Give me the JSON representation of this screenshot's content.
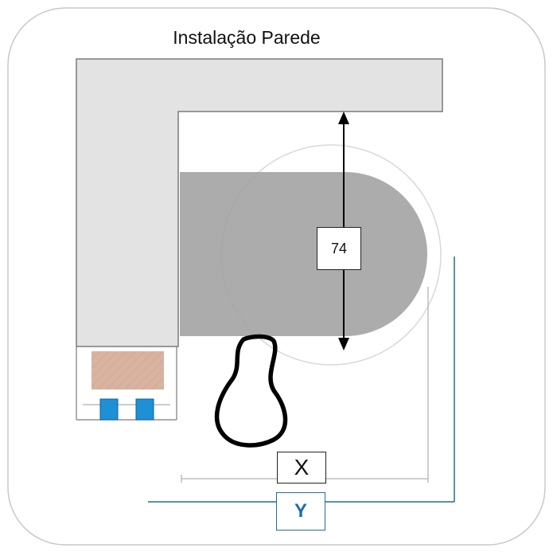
{
  "diagram": {
    "title": "Instalação Parede",
    "dimension_value": "74",
    "label_x": "X",
    "label_y": "Y"
  },
  "colors": {
    "wall": "#e3e3e3",
    "wall_border": "#7a7a7a",
    "table": "#a0a0a0",
    "cabinet_wood": "#d9b3a0",
    "cabinet_square": "#1e90d6",
    "line_y": "#1f6f9a",
    "line_x": "#bdbdbd"
  }
}
